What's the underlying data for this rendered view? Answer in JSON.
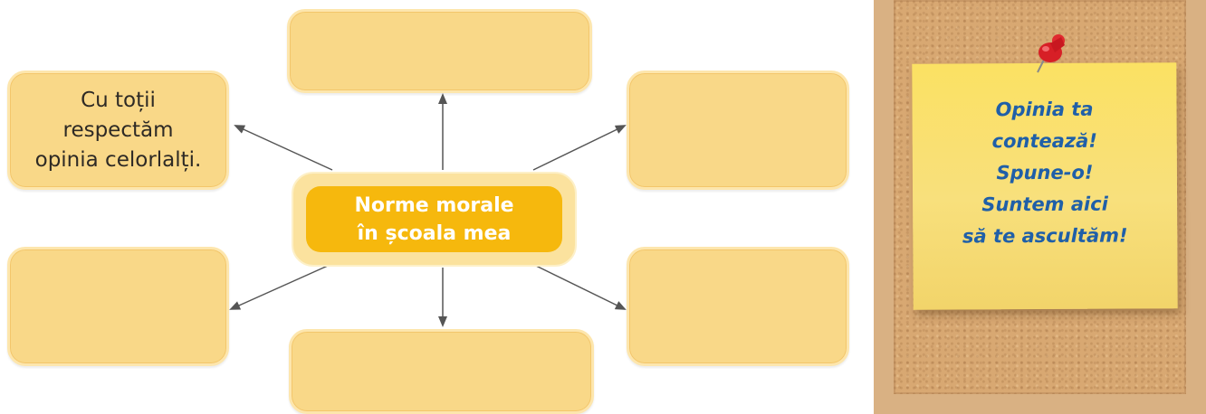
{
  "diagram": {
    "center": {
      "text": "Norme morale\nîn școala mea"
    },
    "boxes": [
      {
        "id": "top",
        "text": ""
      },
      {
        "id": "upper-left",
        "text": "Cu toții\nrespectăm\nopinia celorlalți."
      },
      {
        "id": "upper-right",
        "text": ""
      },
      {
        "id": "lower-left",
        "text": ""
      },
      {
        "id": "lower-right",
        "text": ""
      },
      {
        "id": "bottom",
        "text": ""
      }
    ]
  },
  "note": {
    "text": "Opinia ta\ncontează!\nSpune-o!\nSuntem aici\nsă te ascultăm!"
  },
  "colors": {
    "box": "#f9d888",
    "center": "#f6b80d",
    "note_text": "#1f5fa8",
    "arrow": "#555555"
  }
}
